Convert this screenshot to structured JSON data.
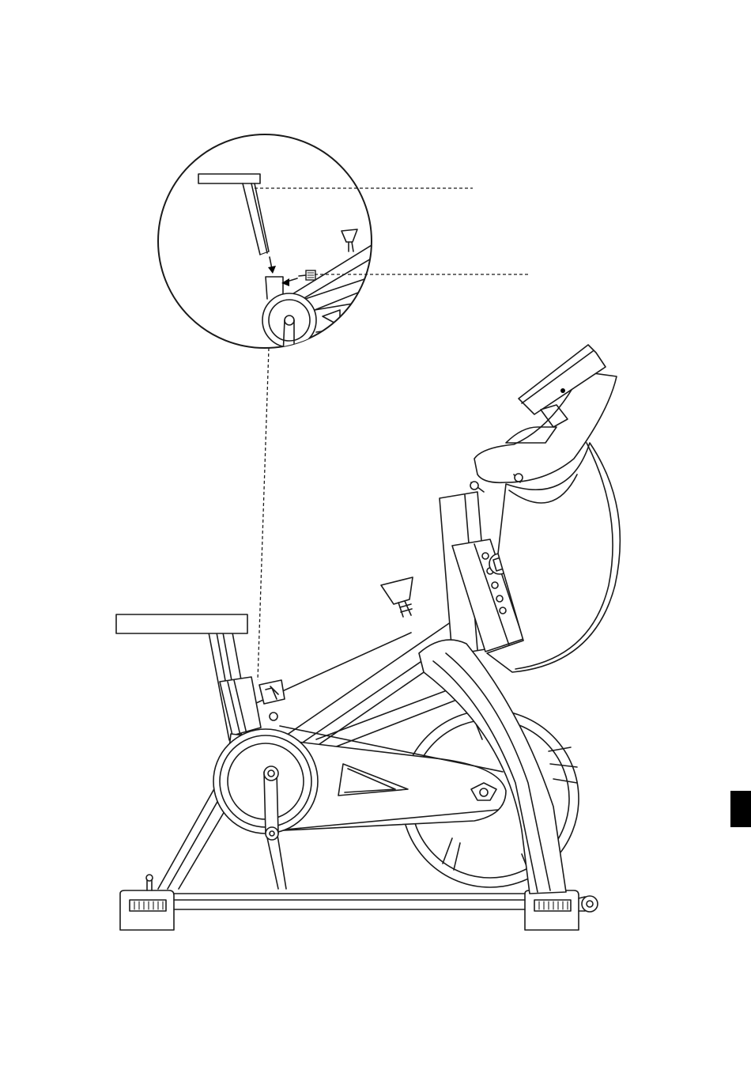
{
  "figure": {
    "description_visible_text": []
  },
  "colors": {
    "line": "#1a1a1a",
    "page_tab": "#000000",
    "background": "#ffffff"
  },
  "icons": {
    "detail_callout": "magnified-seat-post-detail",
    "bike": "exercise-spin-bike-side-view",
    "page_tab": "page-edge-tab"
  }
}
